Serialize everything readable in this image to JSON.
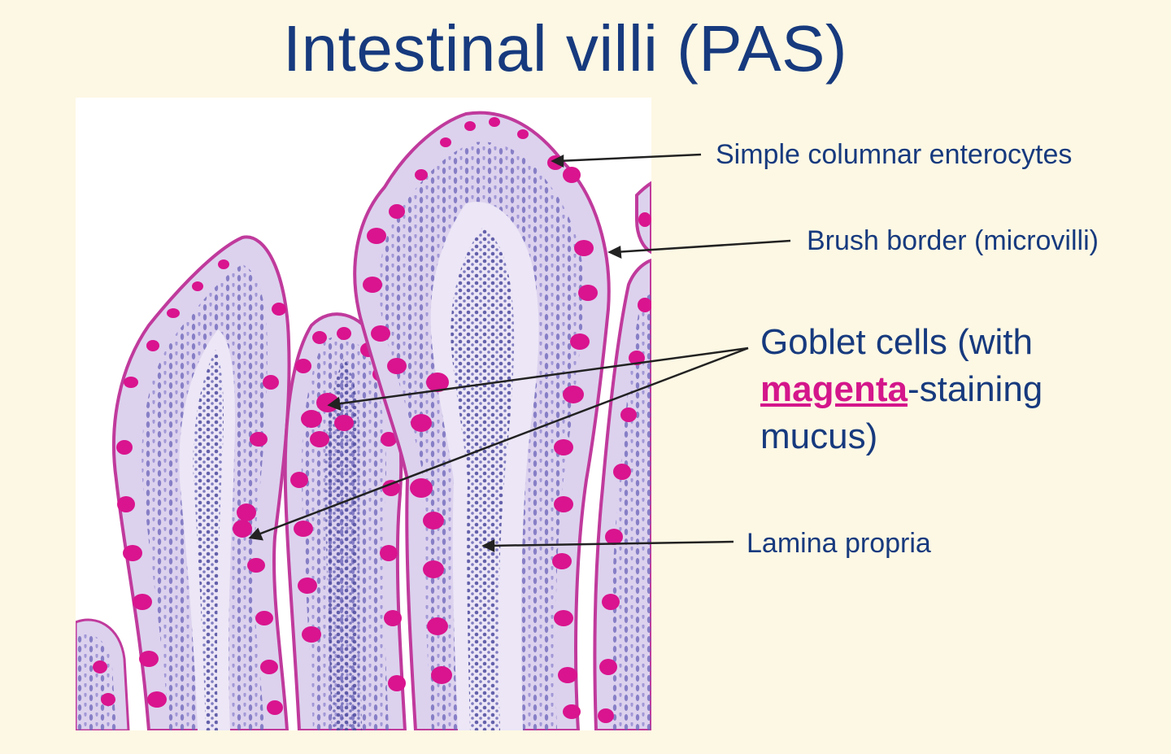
{
  "title": "Intestinal villi (PAS)",
  "labels": {
    "enterocytes": "Simple columnar enterocytes",
    "brush_border": "Brush border (microvilli)",
    "goblet_line1": "Goblet cells (with",
    "goblet_magenta": "magenta",
    "goblet_line2_rest": "-staining",
    "goblet_line3": "mucus)",
    "lamina": "Lamina propria"
  },
  "colors": {
    "background": "#fdf8e4",
    "text": "#173a7e",
    "magenta": "#d4168b",
    "villus_fill": "#dcd2ee",
    "nuclei": "#6a62b8",
    "goblet": "#d9148e"
  }
}
